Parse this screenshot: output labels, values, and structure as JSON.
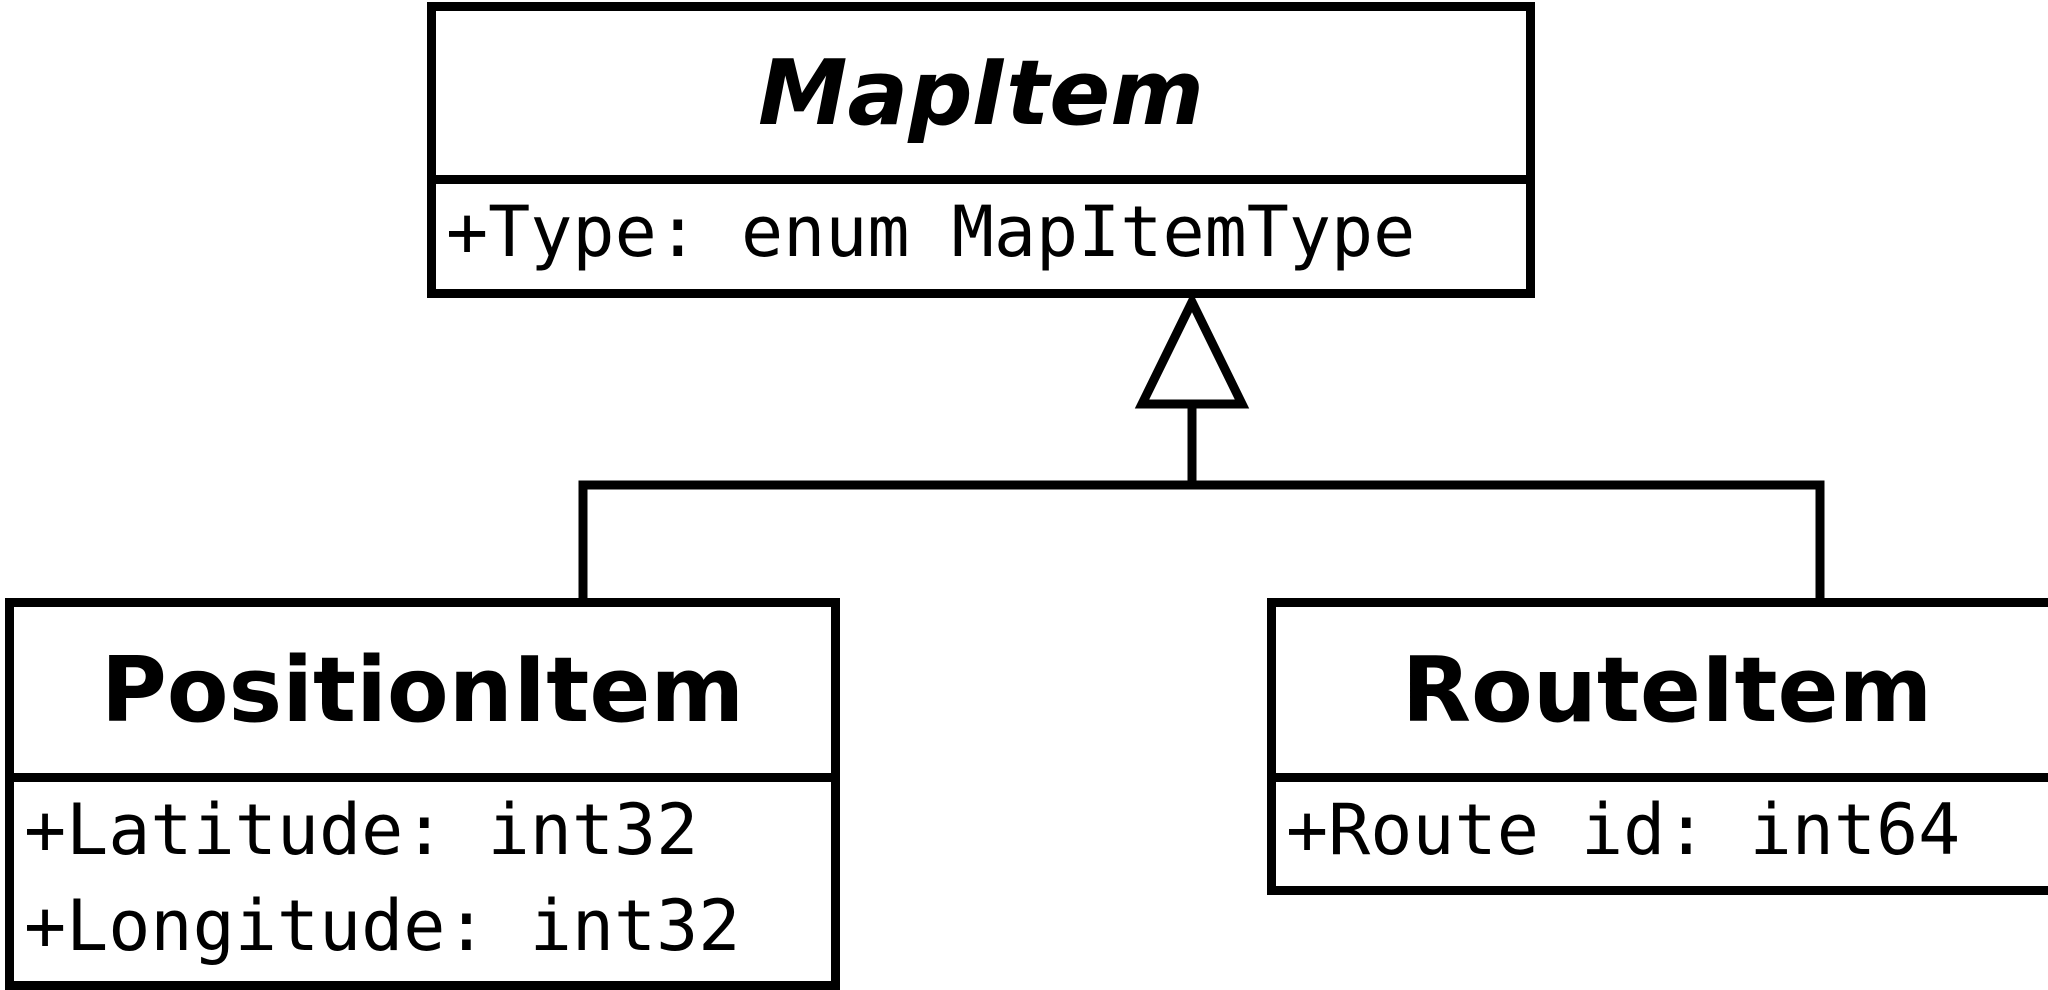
{
  "classes": {
    "map_item": {
      "name": "MapItem",
      "attributes": [
        "+Type: enum MapItemType"
      ]
    },
    "position_item": {
      "name": "PositionItem",
      "attributes": [
        "+Latitude: int32",
        "+Longitude: int32"
      ]
    },
    "route_item": {
      "name": "RouteItem",
      "attributes": [
        "+Route id: int64"
      ]
    }
  },
  "relationships": [
    {
      "type": "generalization",
      "from": "PositionItem",
      "to": "MapItem"
    },
    {
      "type": "generalization",
      "from": "RouteItem",
      "to": "MapItem"
    }
  ],
  "colors": {
    "stroke": "#000000",
    "background": "#ffffff"
  }
}
